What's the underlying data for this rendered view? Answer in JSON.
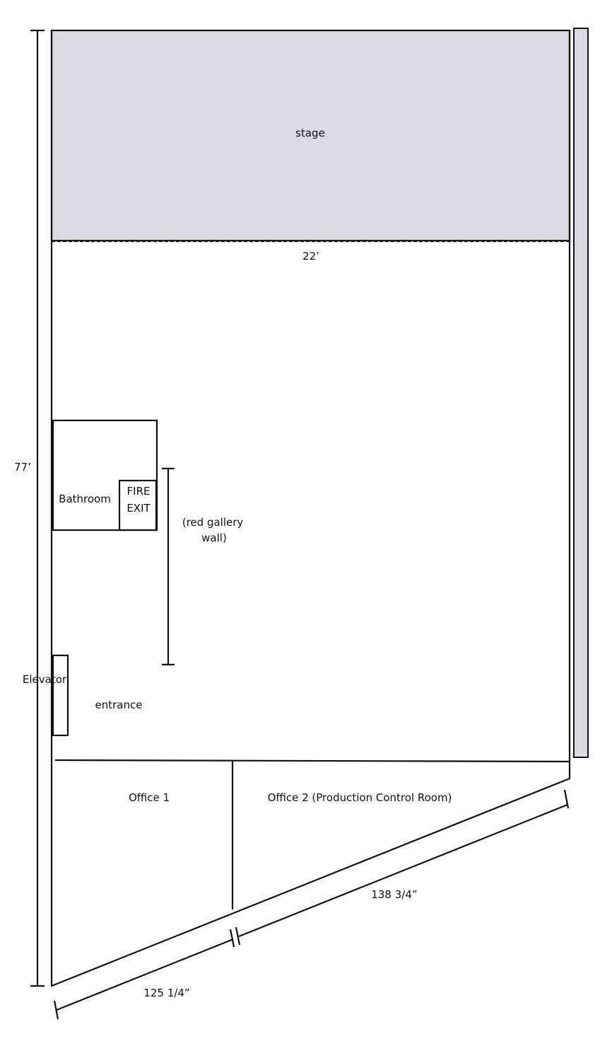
{
  "colors": {
    "fill": "#d8dbe2",
    "line": "#111111"
  },
  "labels": {
    "stage": "stage",
    "stage_width": "22’",
    "total_length": "77’",
    "bathroom": "Bathroom",
    "fire_exit_line1": "FIRE",
    "fire_exit_line2": "EXIT",
    "gallery_line1": "(red gallery",
    "gallery_line2": "wall)",
    "elevator": "Elevator",
    "entrance": "entrance",
    "office1": "Office 1",
    "office2": "Office 2 (Production Control Room)",
    "diag_right": "138 3/4”",
    "diag_left": "125 1/4”"
  }
}
